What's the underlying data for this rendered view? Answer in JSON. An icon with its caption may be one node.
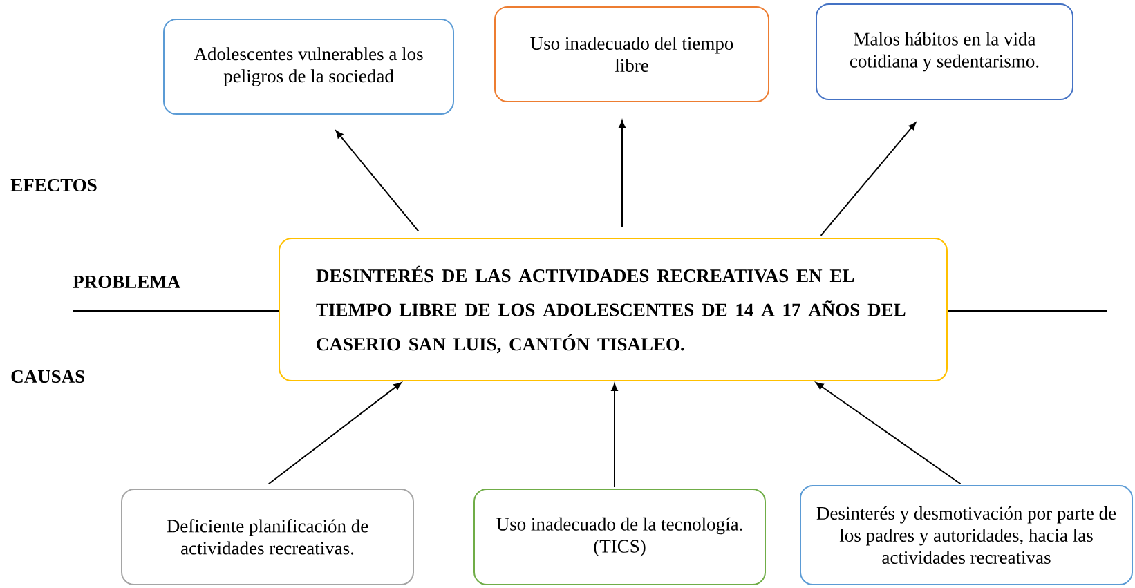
{
  "diagram": {
    "nodes": [
      {
        "text": [
          "Adolescentes vulnerables a los peligros de la sociedad"
        ]
      },
      {
        "text": [
          "Uso inadecuado del tiempo libre"
        ]
      },
      {
        "text": [
          "Malos hábitos en la vida cotidiana y sedentarismo."
        ]
      },
      {
        "text": [
          "DESINTERÉS DE LAS ACTIVIDADES RECREATIVAS EN EL TIEMPO LIBRE DE LOS ADOLESCENTES DE 14 A 17 AÑOS DEL CASERIO SAN LUIS, CANTÓN TISALEO."
        ]
      },
      {
        "text": [
          "Deficiente planificación de actividades recreativas."
        ]
      },
      {
        "text": [
          "Uso inadecuado de la tecnología. (TICS)"
        ]
      },
      {
        "text": [
          "Desinterés y desmotivación por parte de los padres y autoridades, hacia las actividades recreativas"
        ]
      }
    ],
    "edges": [
      {
        "from": 3,
        "to": 0,
        "arrow": "to"
      },
      {
        "from": 3,
        "to": 1,
        "arrow": "to"
      },
      {
        "from": 3,
        "to": 2,
        "arrow": "to"
      },
      {
        "from": 4,
        "to": 3,
        "arrow": "to"
      },
      {
        "from": 5,
        "to": 3,
        "arrow": "to"
      },
      {
        "from": 6,
        "to": 3,
        "arrow": "to"
      }
    ],
    "labels": [
      "EFECTOS",
      "PROBLEMA",
      "CAUSAS"
    ]
  }
}
